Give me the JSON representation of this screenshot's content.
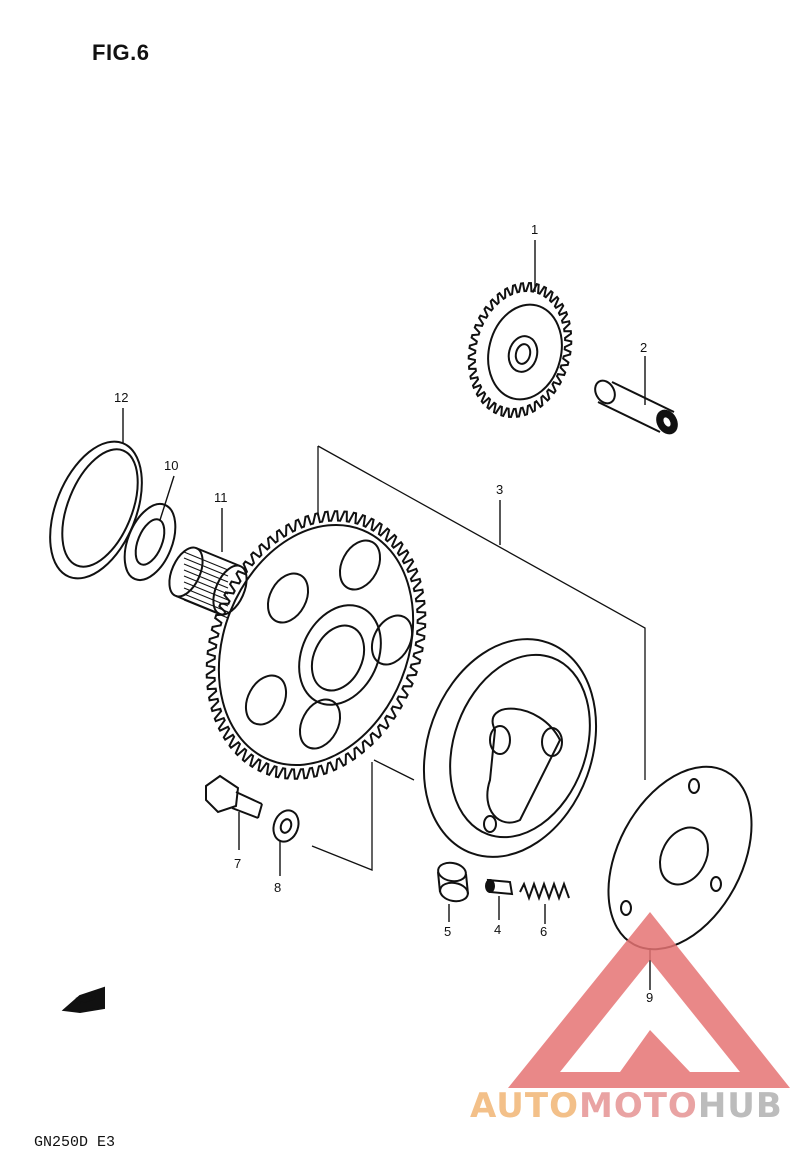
{
  "figure": {
    "title": "FIG.6",
    "model_code": "GN250D E3",
    "fwd_label": "FWD"
  },
  "callouts": [
    "1",
    "2",
    "3",
    "4",
    "5",
    "6",
    "7",
    "8",
    "9",
    "10",
    "11",
    "12"
  ],
  "watermark": {
    "part1": "AUTO",
    "part2": "MOTO",
    "part3": "HUB"
  },
  "colors": {
    "line": "#111111",
    "watermark_red": "#e57373",
    "watermark_orange": "#f3c089",
    "watermark_gray": "#bcbcbc"
  }
}
